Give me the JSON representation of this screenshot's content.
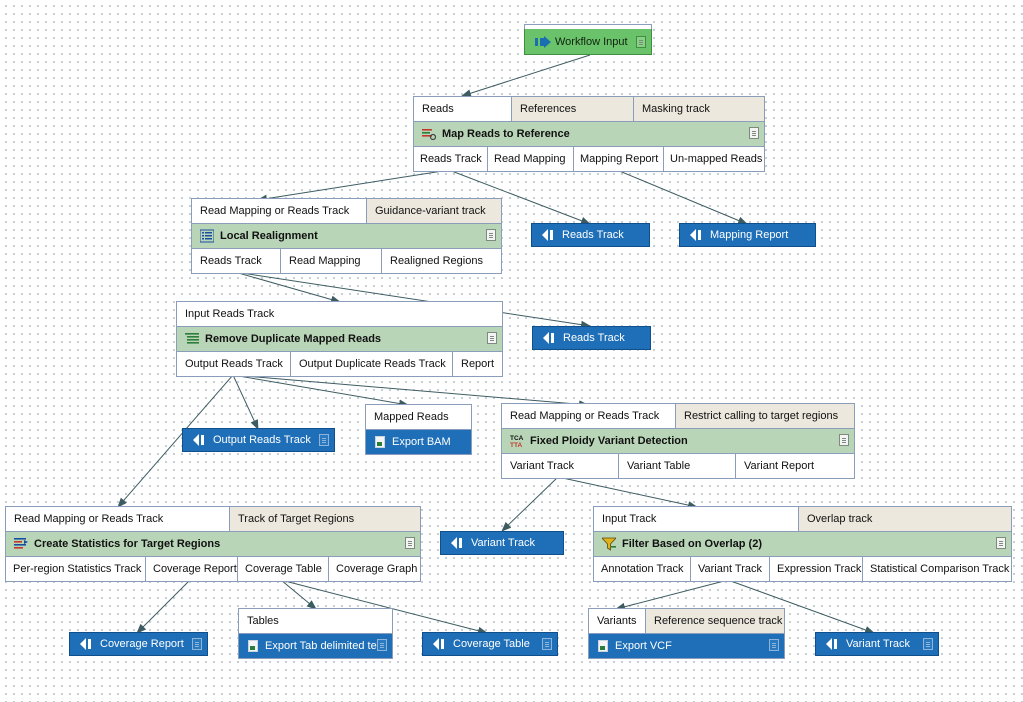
{
  "colors": {
    "input_node": "#6ac36a",
    "title_bar": "#b9d5b8",
    "output_node": "#1e6fb8",
    "optional_port": "#ece8de",
    "border": "#8a9dba",
    "edge": "#3d5c62"
  },
  "workflow_input": {
    "label": "Workflow Input",
    "icon": "workflow-input-arrow-icon"
  },
  "map_reads": {
    "inputs": [
      "Reads",
      "References",
      "Masking track"
    ],
    "title": "Map Reads to Reference",
    "outputs": [
      "Reads Track",
      "Read Mapping",
      "Mapping Report",
      "Un-mapped Reads"
    ]
  },
  "local_realignment": {
    "inputs": [
      "Read Mapping or Reads Track",
      "Guidance-variant track"
    ],
    "title": "Local Realignment",
    "outputs": [
      "Reads Track",
      "Read Mapping",
      "Realigned Regions"
    ]
  },
  "remove_duplicates": {
    "inputs": [
      "Input Reads Track"
    ],
    "title": "Remove Duplicate Mapped Reads",
    "outputs": [
      "Output Reads Track",
      "Output Duplicate Reads Track",
      "Report"
    ]
  },
  "fixed_ploidy": {
    "inputs": [
      "Read Mapping or Reads Track",
      "Restrict calling to target regions"
    ],
    "title": "Fixed Ploidy Variant Detection",
    "outputs": [
      "Variant Track",
      "Variant Table",
      "Variant Report"
    ]
  },
  "create_statistics": {
    "inputs": [
      "Read Mapping or Reads Track",
      "Track of Target Regions"
    ],
    "title": "Create Statistics for Target Regions",
    "outputs": [
      "Per-region Statistics Track",
      "Coverage Report",
      "Coverage Table",
      "Coverage Graph"
    ]
  },
  "filter_overlap": {
    "inputs": [
      "Input Track",
      "Overlap track"
    ],
    "title": "Filter Based on Overlap (2)",
    "outputs": [
      "Annotation Track",
      "Variant Track",
      "Expression Track",
      "Statistical Comparison Track"
    ]
  },
  "export_bam": {
    "port": "Mapped Reads",
    "label": "Export BAM"
  },
  "export_tab": {
    "port": "Tables",
    "label": "Export Tab delimited text"
  },
  "export_vcf": {
    "ports": [
      "Variants",
      "Reference sequence track"
    ],
    "label": "Export VCF"
  },
  "outputs": {
    "reads_track_1": "Reads Track",
    "mapping_report": "Mapping Report",
    "reads_track_2": "Reads Track",
    "output_reads_track": "Output Reads Track",
    "variant_track_1": "Variant Track",
    "coverage_report": "Coverage Report",
    "coverage_table": "Coverage Table",
    "variant_track_2": "Variant Track"
  }
}
